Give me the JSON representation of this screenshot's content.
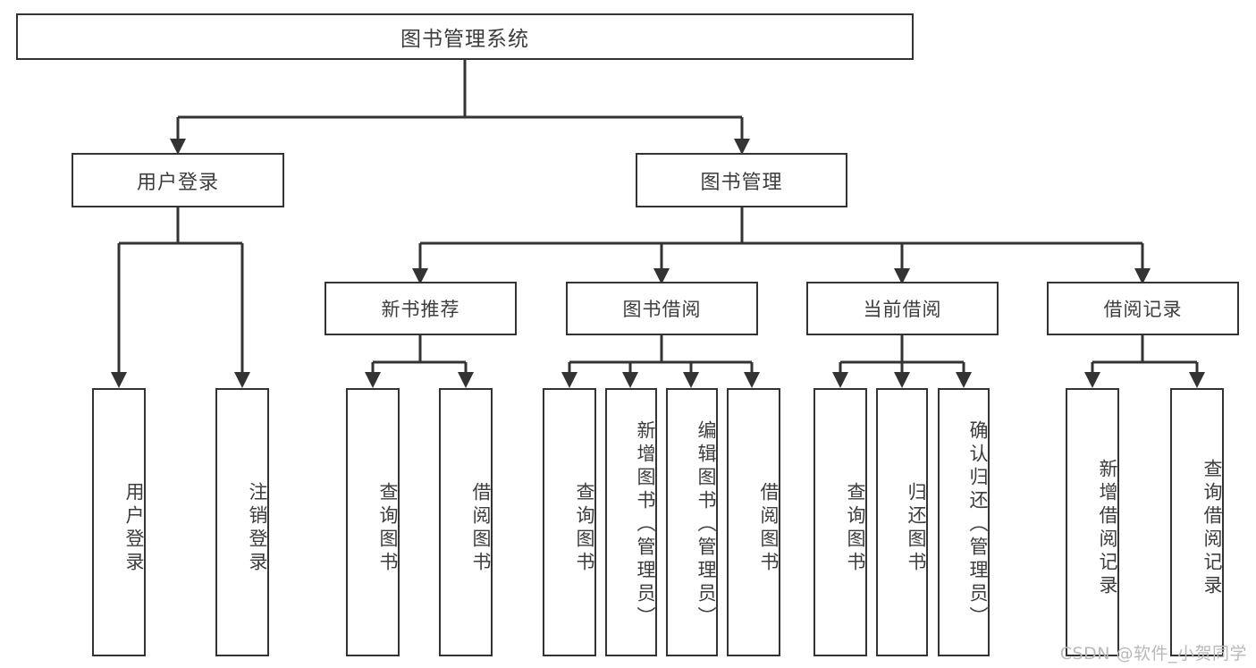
{
  "diagram": {
    "kind": "functional-structure-tree",
    "root": {
      "id": "root",
      "label": "图书管理系统"
    },
    "level2": [
      {
        "id": "user-login",
        "label": "用户登录"
      },
      {
        "id": "book-manage",
        "label": "图书管理"
      }
    ],
    "level3": [
      {
        "id": "new-book-rec",
        "label": "新书推荐",
        "parent": "book-manage"
      },
      {
        "id": "book-borrow",
        "label": "图书借阅",
        "parent": "book-manage"
      },
      {
        "id": "current-borrow",
        "label": "当前借阅",
        "parent": "book-manage"
      },
      {
        "id": "borrow-record",
        "label": "借阅记录",
        "parent": "book-manage"
      }
    ],
    "leaves": [
      {
        "id": "leaf-user-login",
        "label": "用户登录",
        "parent": "user-login"
      },
      {
        "id": "leaf-logout",
        "label": "注销登录",
        "parent": "user-login"
      },
      {
        "id": "leaf-query-book-1",
        "label": "查询图书",
        "parent": "new-book-rec"
      },
      {
        "id": "leaf-borrow-book-1",
        "label": "借阅图书",
        "parent": "new-book-rec"
      },
      {
        "id": "leaf-query-book-2",
        "label": "查询图书",
        "parent": "book-borrow"
      },
      {
        "id": "leaf-add-book",
        "label": "新增图书（管理员）",
        "parent": "book-borrow"
      },
      {
        "id": "leaf-edit-book",
        "label": "编辑图书（管理员）",
        "parent": "book-borrow"
      },
      {
        "id": "leaf-borrow-book-2",
        "label": "借阅图书",
        "parent": "book-borrow"
      },
      {
        "id": "leaf-query-book-3",
        "label": "查询图书",
        "parent": "current-borrow"
      },
      {
        "id": "leaf-return-book",
        "label": "归还图书",
        "parent": "current-borrow"
      },
      {
        "id": "leaf-confirm-return",
        "label": "确认归还（管理员）",
        "parent": "current-borrow"
      },
      {
        "id": "leaf-add-record",
        "label": "新增借阅记录",
        "parent": "borrow-record"
      },
      {
        "id": "leaf-query-record",
        "label": "查询借阅记录",
        "parent": "borrow-record"
      }
    ]
  },
  "watermark": {
    "text": "CSDN @软件_小贺同学"
  },
  "colors": {
    "stroke": "#333333",
    "text": "#3d3d3d",
    "background": "#ffffff",
    "watermark": "#b9b9b9"
  }
}
